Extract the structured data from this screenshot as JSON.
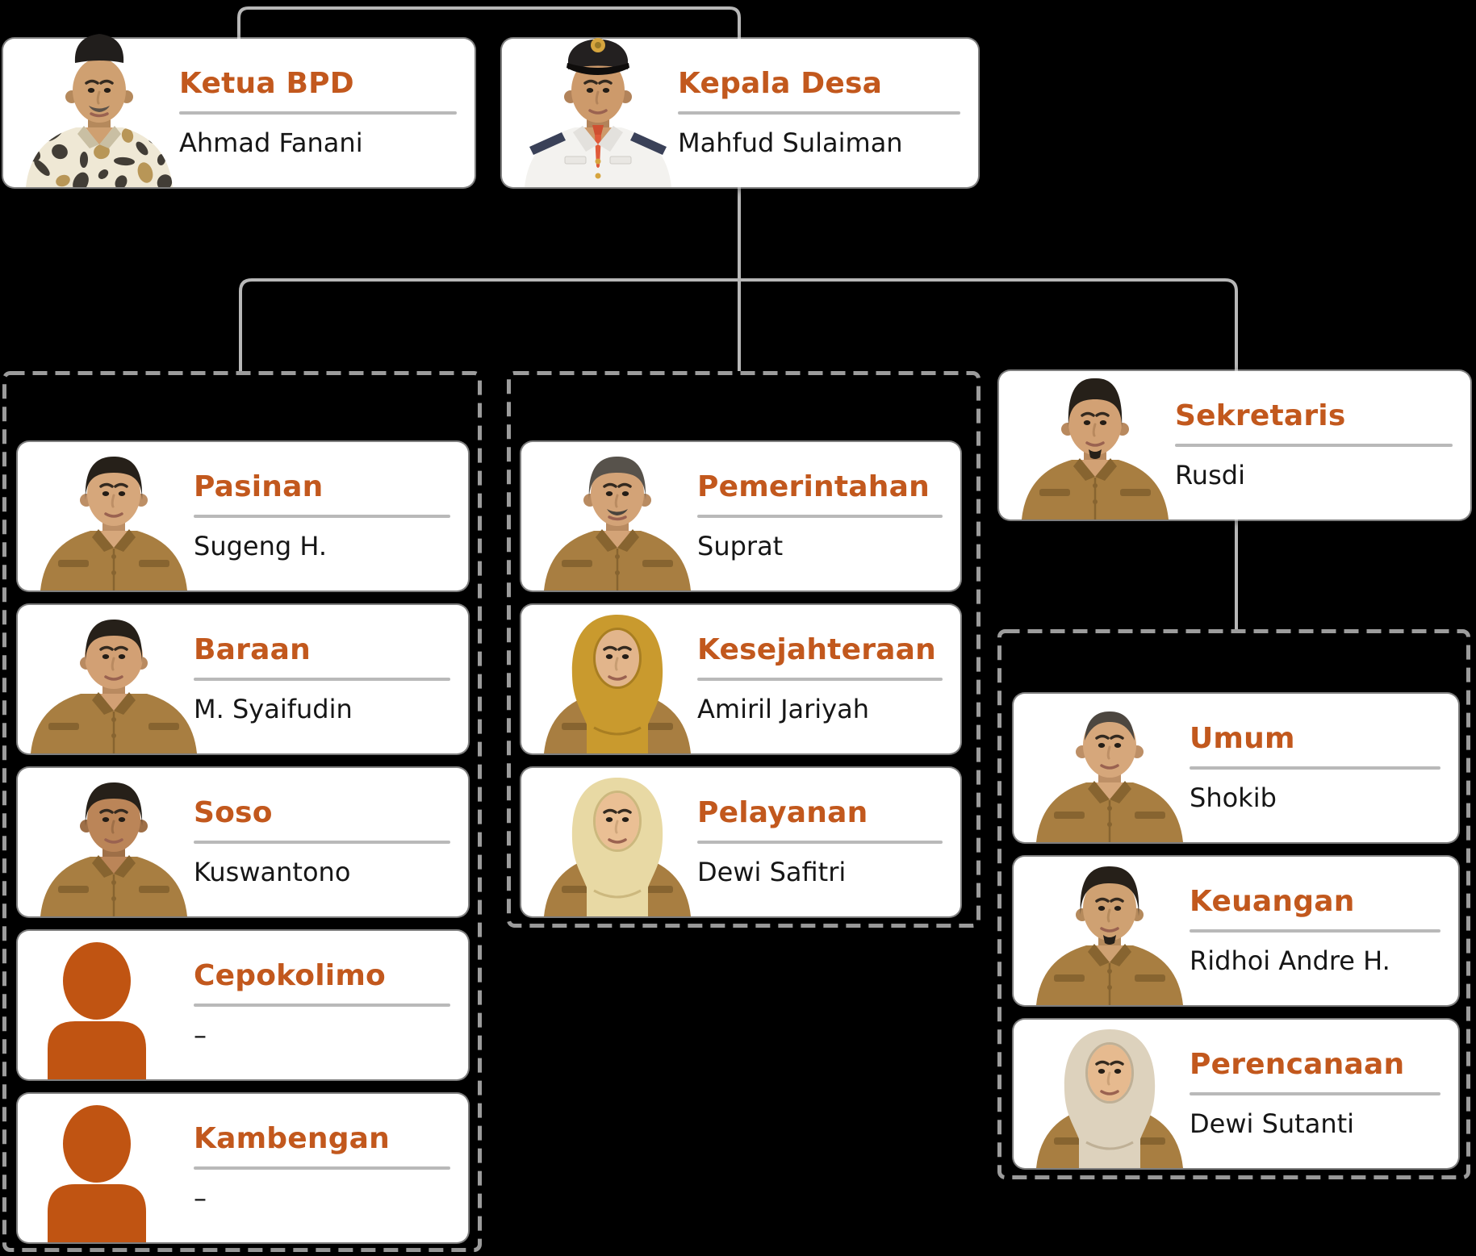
{
  "page": {
    "background": "#000000"
  },
  "colors": {
    "card_bg": "#ffffff",
    "title_text": "#c2581d",
    "name_text": "#161616",
    "divider": "#b9b9b9",
    "connector": "#b7b7b7",
    "group_border": "#9c9c9c",
    "placeholder_icon": "#c05412"
  },
  "chart": {
    "row1": [
      {
        "title": "Ketua BPD",
        "name": "Ahmad Fanani",
        "avatar": "elder-man-black-peci-batik-shirt"
      },
      {
        "title": "Kepala Desa",
        "name": "Mahfud Sulaiman",
        "avatar": "man-white-official-uniform-peaked-cap"
      }
    ],
    "sekretaris": {
      "title": "Sekretaris",
      "name": "Rusdi",
      "avatar": "man-khaki-uniform-goatee"
    },
    "left_group": {
      "members": [
        {
          "title": "Pasinan",
          "name": "Sugeng H.",
          "avatar": "man-khaki-uniform"
        },
        {
          "title": "Baraan",
          "name": "M. Syaifudin",
          "avatar": "heavyset-man-khaki-uniform"
        },
        {
          "title": "Soso",
          "name": "Kuswantono",
          "avatar": "man-khaki-uniform-tan"
        },
        {
          "title": "Cepokolimo",
          "name": "–",
          "avatar": "person-placeholder"
        },
        {
          "title": "Kambengan",
          "name": "–",
          "avatar": "person-placeholder"
        }
      ]
    },
    "middle_group": {
      "members": [
        {
          "title": "Pemerintahan",
          "name": "Suprat",
          "avatar": "man-khaki-uniform-gray-mustache"
        },
        {
          "title": "Kesejahteraan",
          "name": "Amiril Jariyah",
          "avatar": "woman-mustard-hijab-khaki-uniform"
        },
        {
          "title": "Pelayanan",
          "name": "Dewi Safitri",
          "avatar": "woman-cream-hijab"
        }
      ]
    },
    "right_group": {
      "members": [
        {
          "title": "Umum",
          "name": "Shokib",
          "avatar": "man-khaki-uniform-balding"
        },
        {
          "title": "Keuangan",
          "name": "Ridhoi Andre H.",
          "avatar": "young-man-khaki-uniform"
        },
        {
          "title": "Perencanaan",
          "name": "Dewi Sutanti",
          "avatar": "woman-beige-hijab-khaki-uniform"
        }
      ]
    }
  }
}
